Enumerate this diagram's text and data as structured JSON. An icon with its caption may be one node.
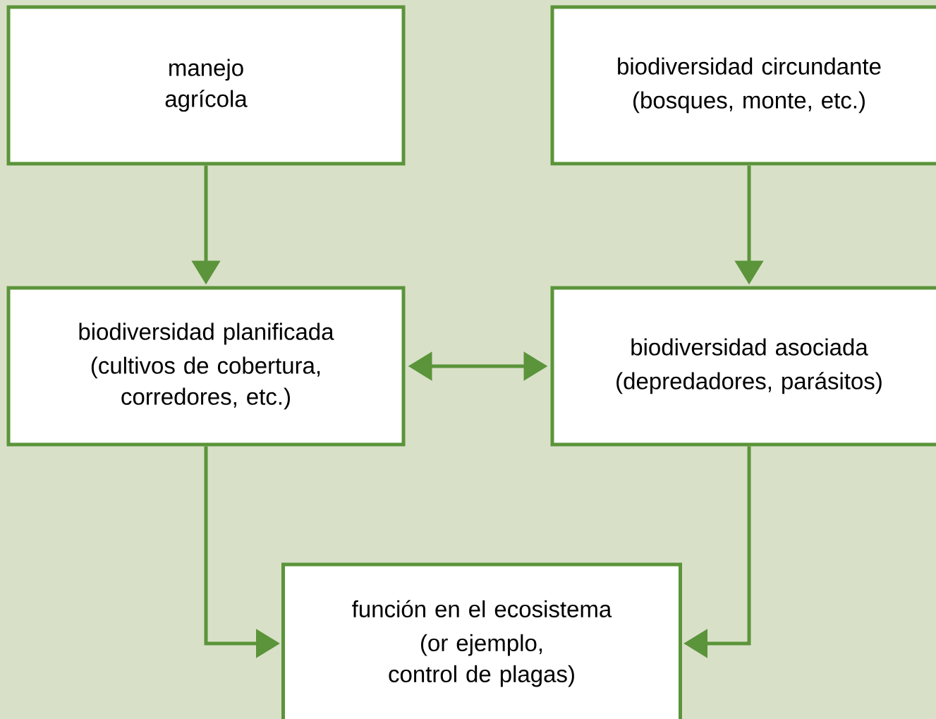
{
  "diagram": {
    "nodes": [
      {
        "text": [
          "manejo agrícola"
        ]
      },
      {
        "text": [
          "biodiversidad circundante",
          "(bosques, monte, etc.)"
        ]
      },
      {
        "text": [
          "biodiversidad planificada",
          "(cultivos de cobertura, corredores, etc.)"
        ]
      },
      {
        "text": [
          "biodiversidad asociada",
          "(depredadores, parásitos)"
        ]
      },
      {
        "text": [
          "función en el ecosistema",
          "(or ejemplo, control de plagas)"
        ]
      }
    ],
    "edges": [
      {
        "from": 0,
        "to": 2,
        "arrow": "to"
      },
      {
        "from": 1,
        "to": 3,
        "arrow": "to"
      },
      {
        "from": 2,
        "to": 3,
        "arrow": "both"
      },
      {
        "from": 2,
        "to": 4,
        "arrow": "to"
      },
      {
        "from": 3,
        "to": 4,
        "arrow": "to"
      }
    ]
  }
}
